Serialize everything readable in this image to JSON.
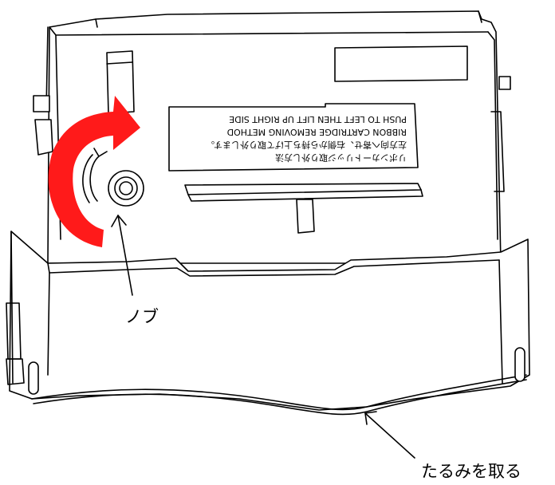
{
  "label_sticker": {
    "line1": "リボンカートリッジ取り外し方法",
    "line2": "左方向へ寄せ、右側から持ち上げて取り外します。",
    "line3": "RIBBON CARTRIDGE REMOVING METHOD",
    "line4": "PUSH TO LEFT THEN LIFT UP RIGHT SIDE"
  },
  "callouts": {
    "knob": "ノブ",
    "slack": "たるみを取る"
  },
  "colors": {
    "rotation_arrow": "#ff1a1a",
    "line": "#000000",
    "background": "#ffffff"
  }
}
